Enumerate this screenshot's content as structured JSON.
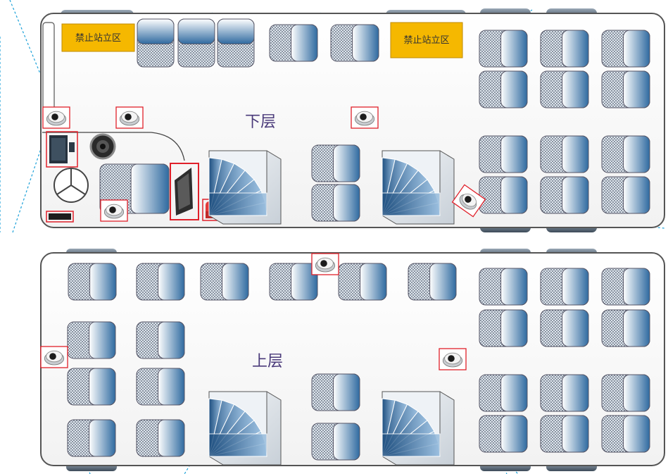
{
  "lower_deck": {
    "label": "下层"
  },
  "upper_deck": {
    "label": "上层"
  },
  "no_standing_zones": [
    "禁止站立区",
    "禁止站立区"
  ],
  "icons": {
    "camera": "dome-camera-icon",
    "steering_wheel": "steering-wheel-icon",
    "monitor": "monitor-icon",
    "door_panel": "door-panel-icon",
    "staircase": "staircase-icon",
    "seat": "seat-icon"
  },
  "colors": {
    "bus_outline": "#555555",
    "wheel": "#5a6a7a",
    "zone_fill": "#f5b800",
    "seat_blue": "#2f6aa0",
    "camera_frame": "#e0202a",
    "coverage_line": "#1aa0d8",
    "label": "#4a3a7a"
  }
}
